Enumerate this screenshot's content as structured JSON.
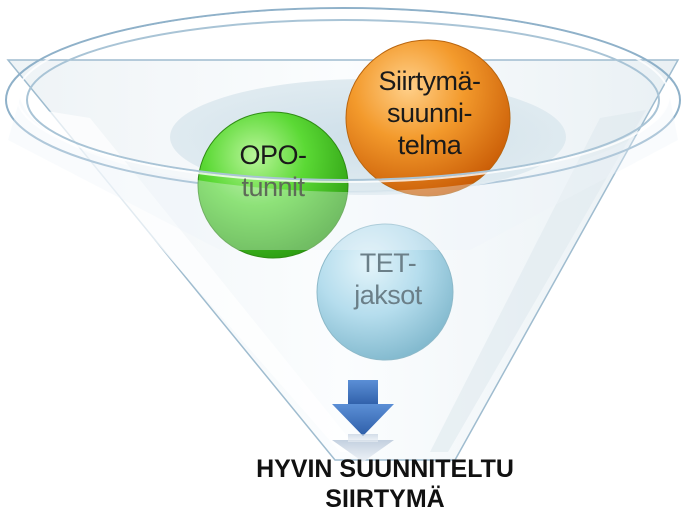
{
  "diagram": {
    "items": [
      {
        "id": "siirtyma",
        "lines": [
          "Siirtymä-",
          "suunni-",
          "telma"
        ],
        "color": "#e8740c"
      },
      {
        "id": "opo",
        "lines": [
          "OPO-",
          "tunnit"
        ],
        "color": "#3ec21a"
      },
      {
        "id": "tet",
        "lines": [
          "TET-",
          "jaksot"
        ],
        "color": "#9ed0e0"
      }
    ],
    "result": {
      "lines": [
        "HYVIN SUUNNITELTU",
        "SIIRTYMÄ"
      ]
    },
    "icons": {
      "funnel": "funnel-icon",
      "arrow": "down-arrow-icon"
    },
    "colors": {
      "arrow": "#3b6fb5",
      "funnel_rim": "#8fb1c9",
      "funnel_inner": "#d9e6ee"
    }
  }
}
